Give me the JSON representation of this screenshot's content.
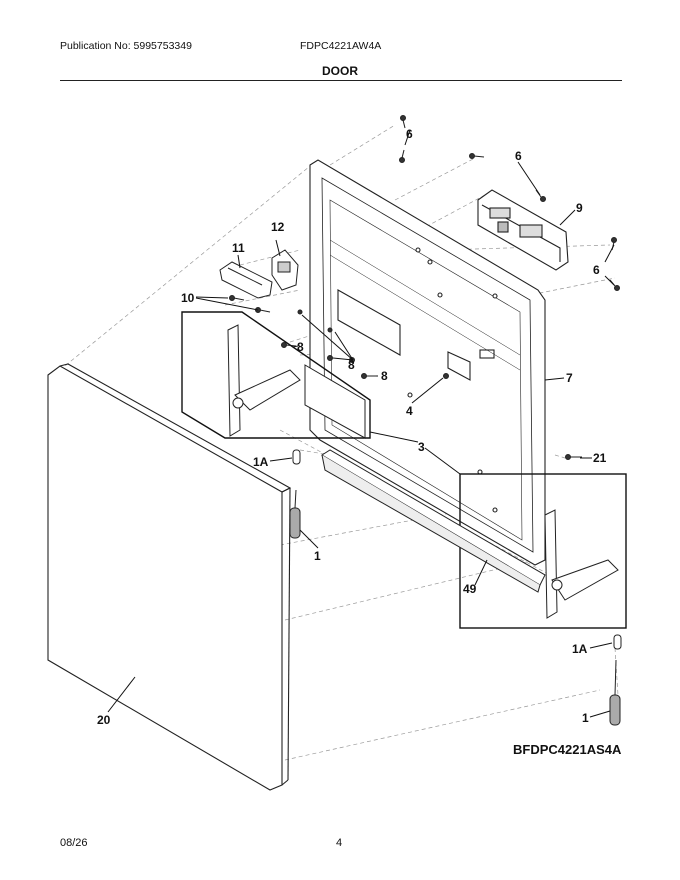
{
  "header": {
    "publication": "Publication No: 5995753349",
    "model": "FDPC4221AW4A",
    "section_title": "DOOR"
  },
  "diagram": {
    "code": "BFDPC4221AS4A",
    "callouts": {
      "p6a": "6",
      "p6b": "6",
      "p6c": "6",
      "p9": "9",
      "p12": "12",
      "p11": "11",
      "p10": "10",
      "p8a": "8",
      "p8b": "8",
      "p8c": "8",
      "p7": "7",
      "p4": "4",
      "p3": "3",
      "p1Aa": "1A",
      "p1a": "1",
      "p21": "21",
      "p49": "49",
      "p1Ab": "1A",
      "p1b": "1",
      "p20": "20"
    }
  },
  "footer": {
    "date": "08/26",
    "page": "4"
  }
}
